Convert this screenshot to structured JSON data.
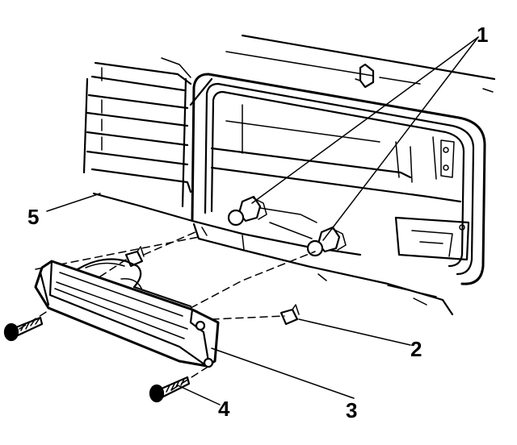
{
  "callouts": {
    "c1": "1",
    "c2": "2",
    "c3": "3",
    "c4": "4",
    "c5": "5"
  },
  "parts": [
    {
      "callout": "1",
      "name": "bulb-socket-icon"
    },
    {
      "callout": "2",
      "name": "clip-nut-icon"
    },
    {
      "callout": "3",
      "name": "fog-lamp-lens-assembly"
    },
    {
      "callout": "4",
      "name": "screw-icon"
    },
    {
      "callout": "5",
      "name": "grille-bumper-fascia"
    }
  ]
}
